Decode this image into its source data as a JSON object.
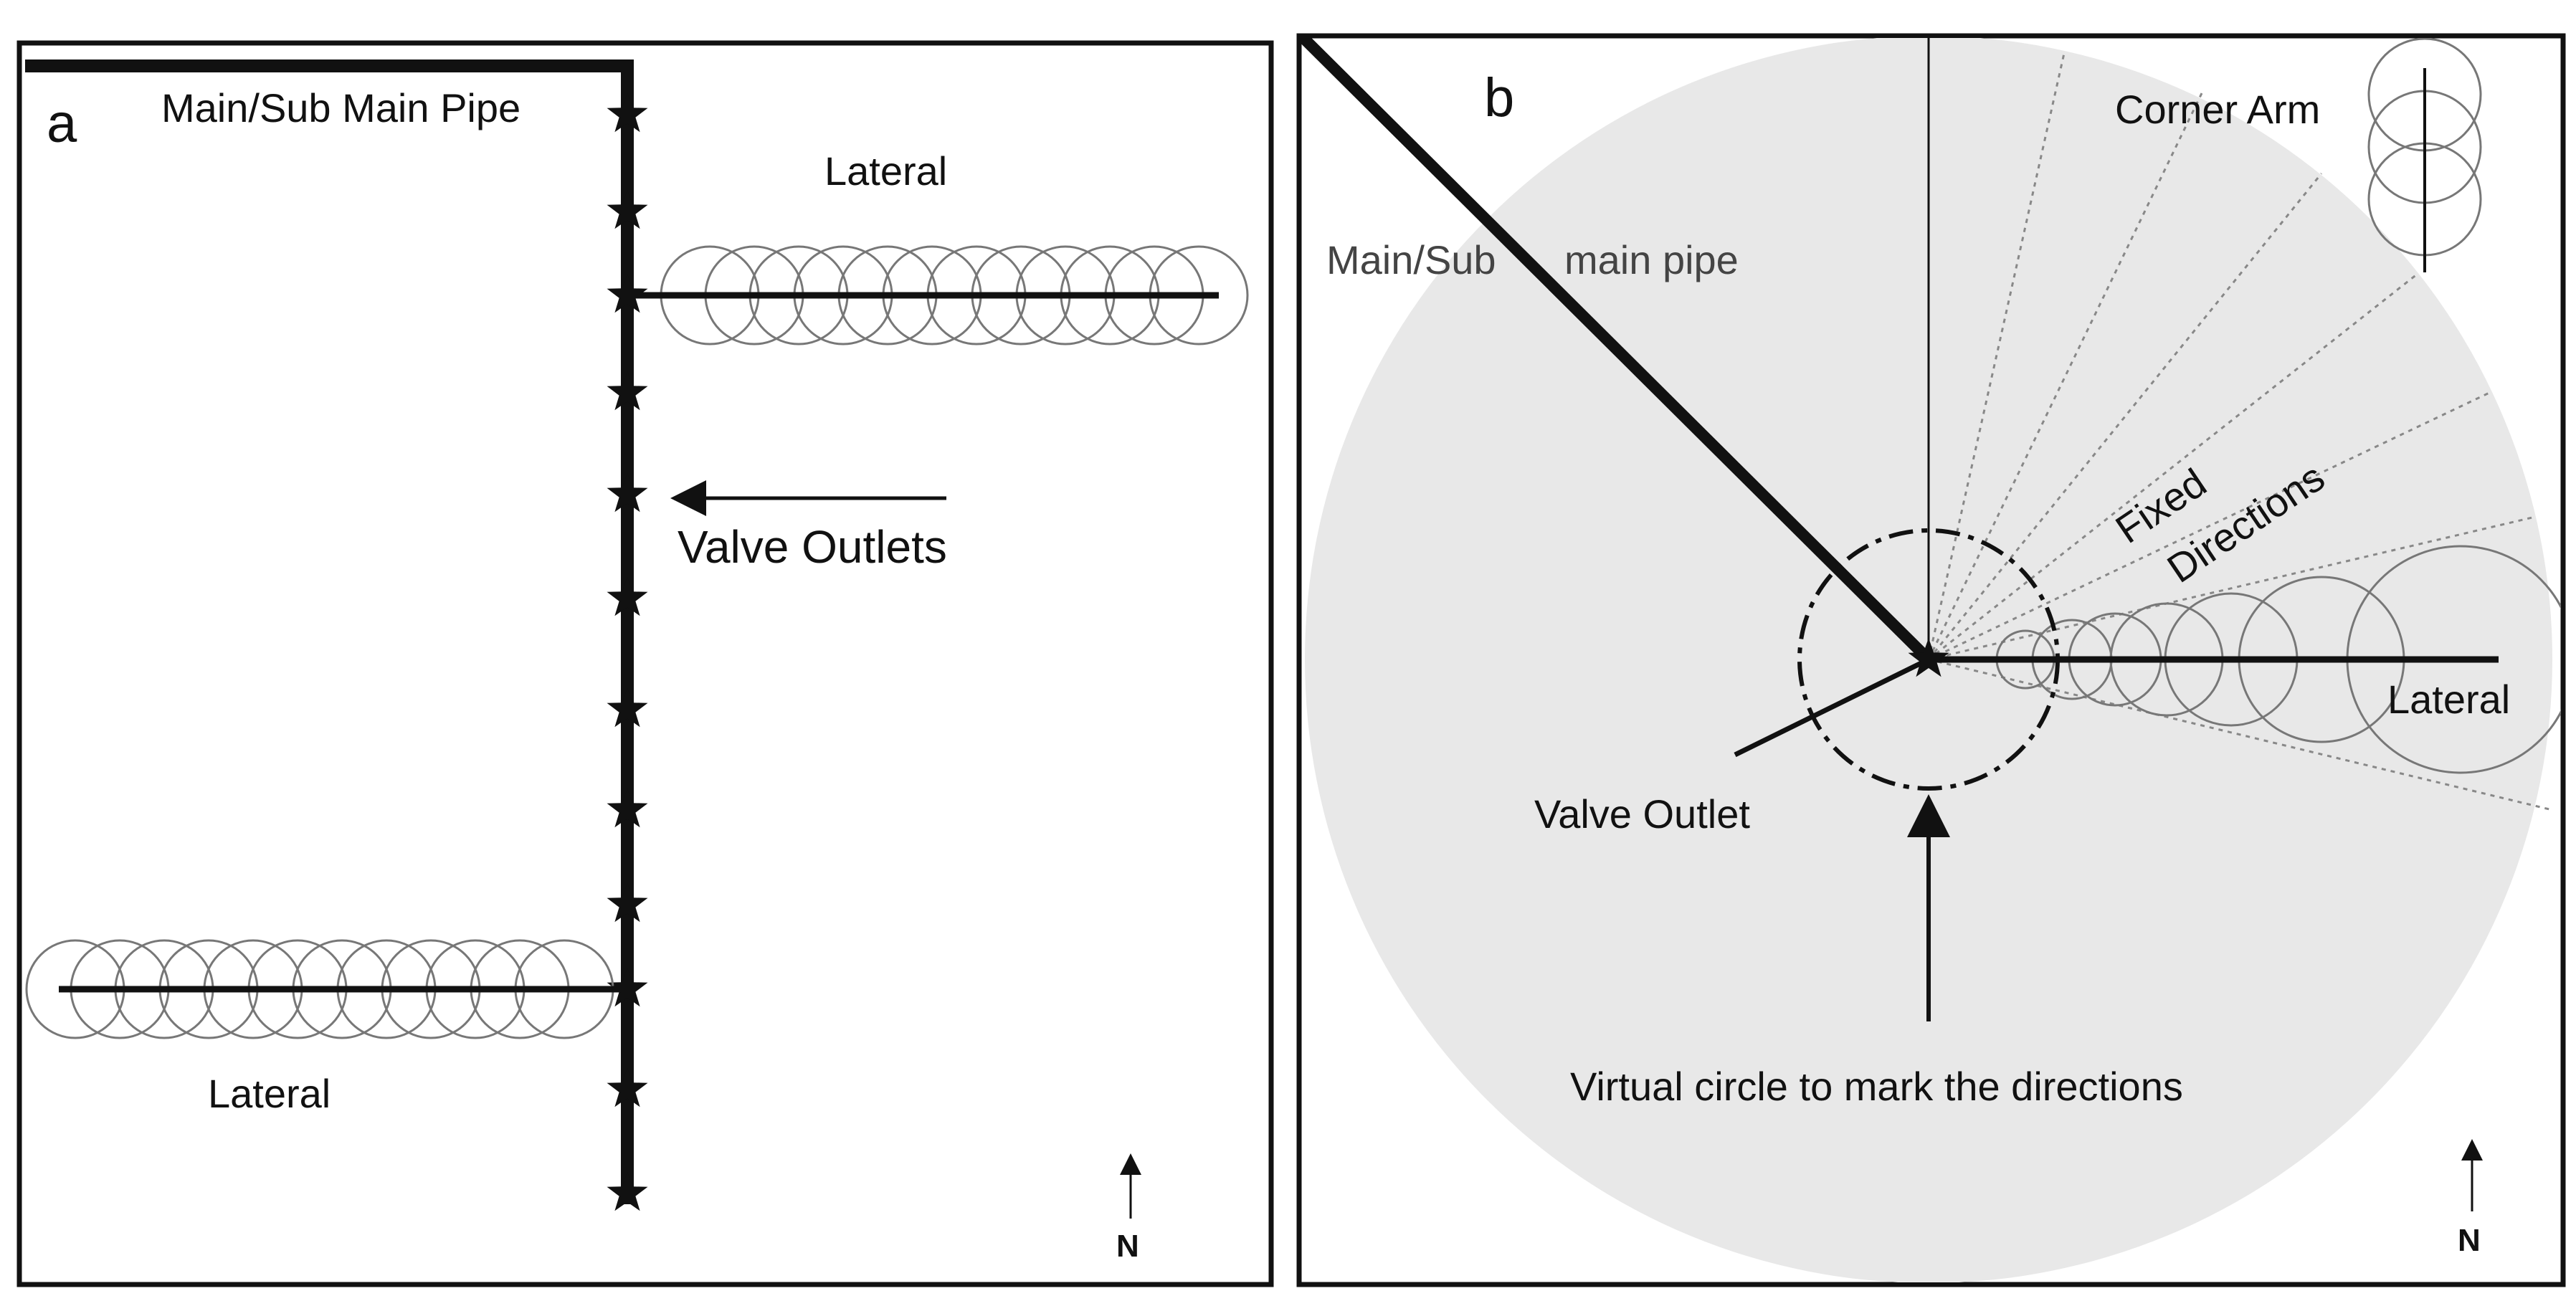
{
  "panel_a": {
    "letter": "a",
    "main_pipe_label": "Main/Sub Main Pipe",
    "lateral_top_label": "Lateral",
    "valve_outlets_label": "Valve Outlets",
    "lateral_bottom_label": "Lateral",
    "north_label": "N"
  },
  "panel_b": {
    "letter": "b",
    "corner_arm_label": "Corner Arm",
    "main_pipe_label_1": "Main/Sub",
    "main_pipe_label_2": "main pipe",
    "fixed_directions_label_1": "Fixed",
    "fixed_directions_label_2": "Directions",
    "lateral_label": "Lateral",
    "valve_outlet_label": "Valve Outlet",
    "virtual_circle_label": "Virtual circle to mark the directions",
    "north_label": "N"
  },
  "colors": {
    "stroke": "#111111",
    "circle_stroke": "#777777",
    "shaded_area": "#e8e8e8",
    "background": "#ffffff"
  }
}
